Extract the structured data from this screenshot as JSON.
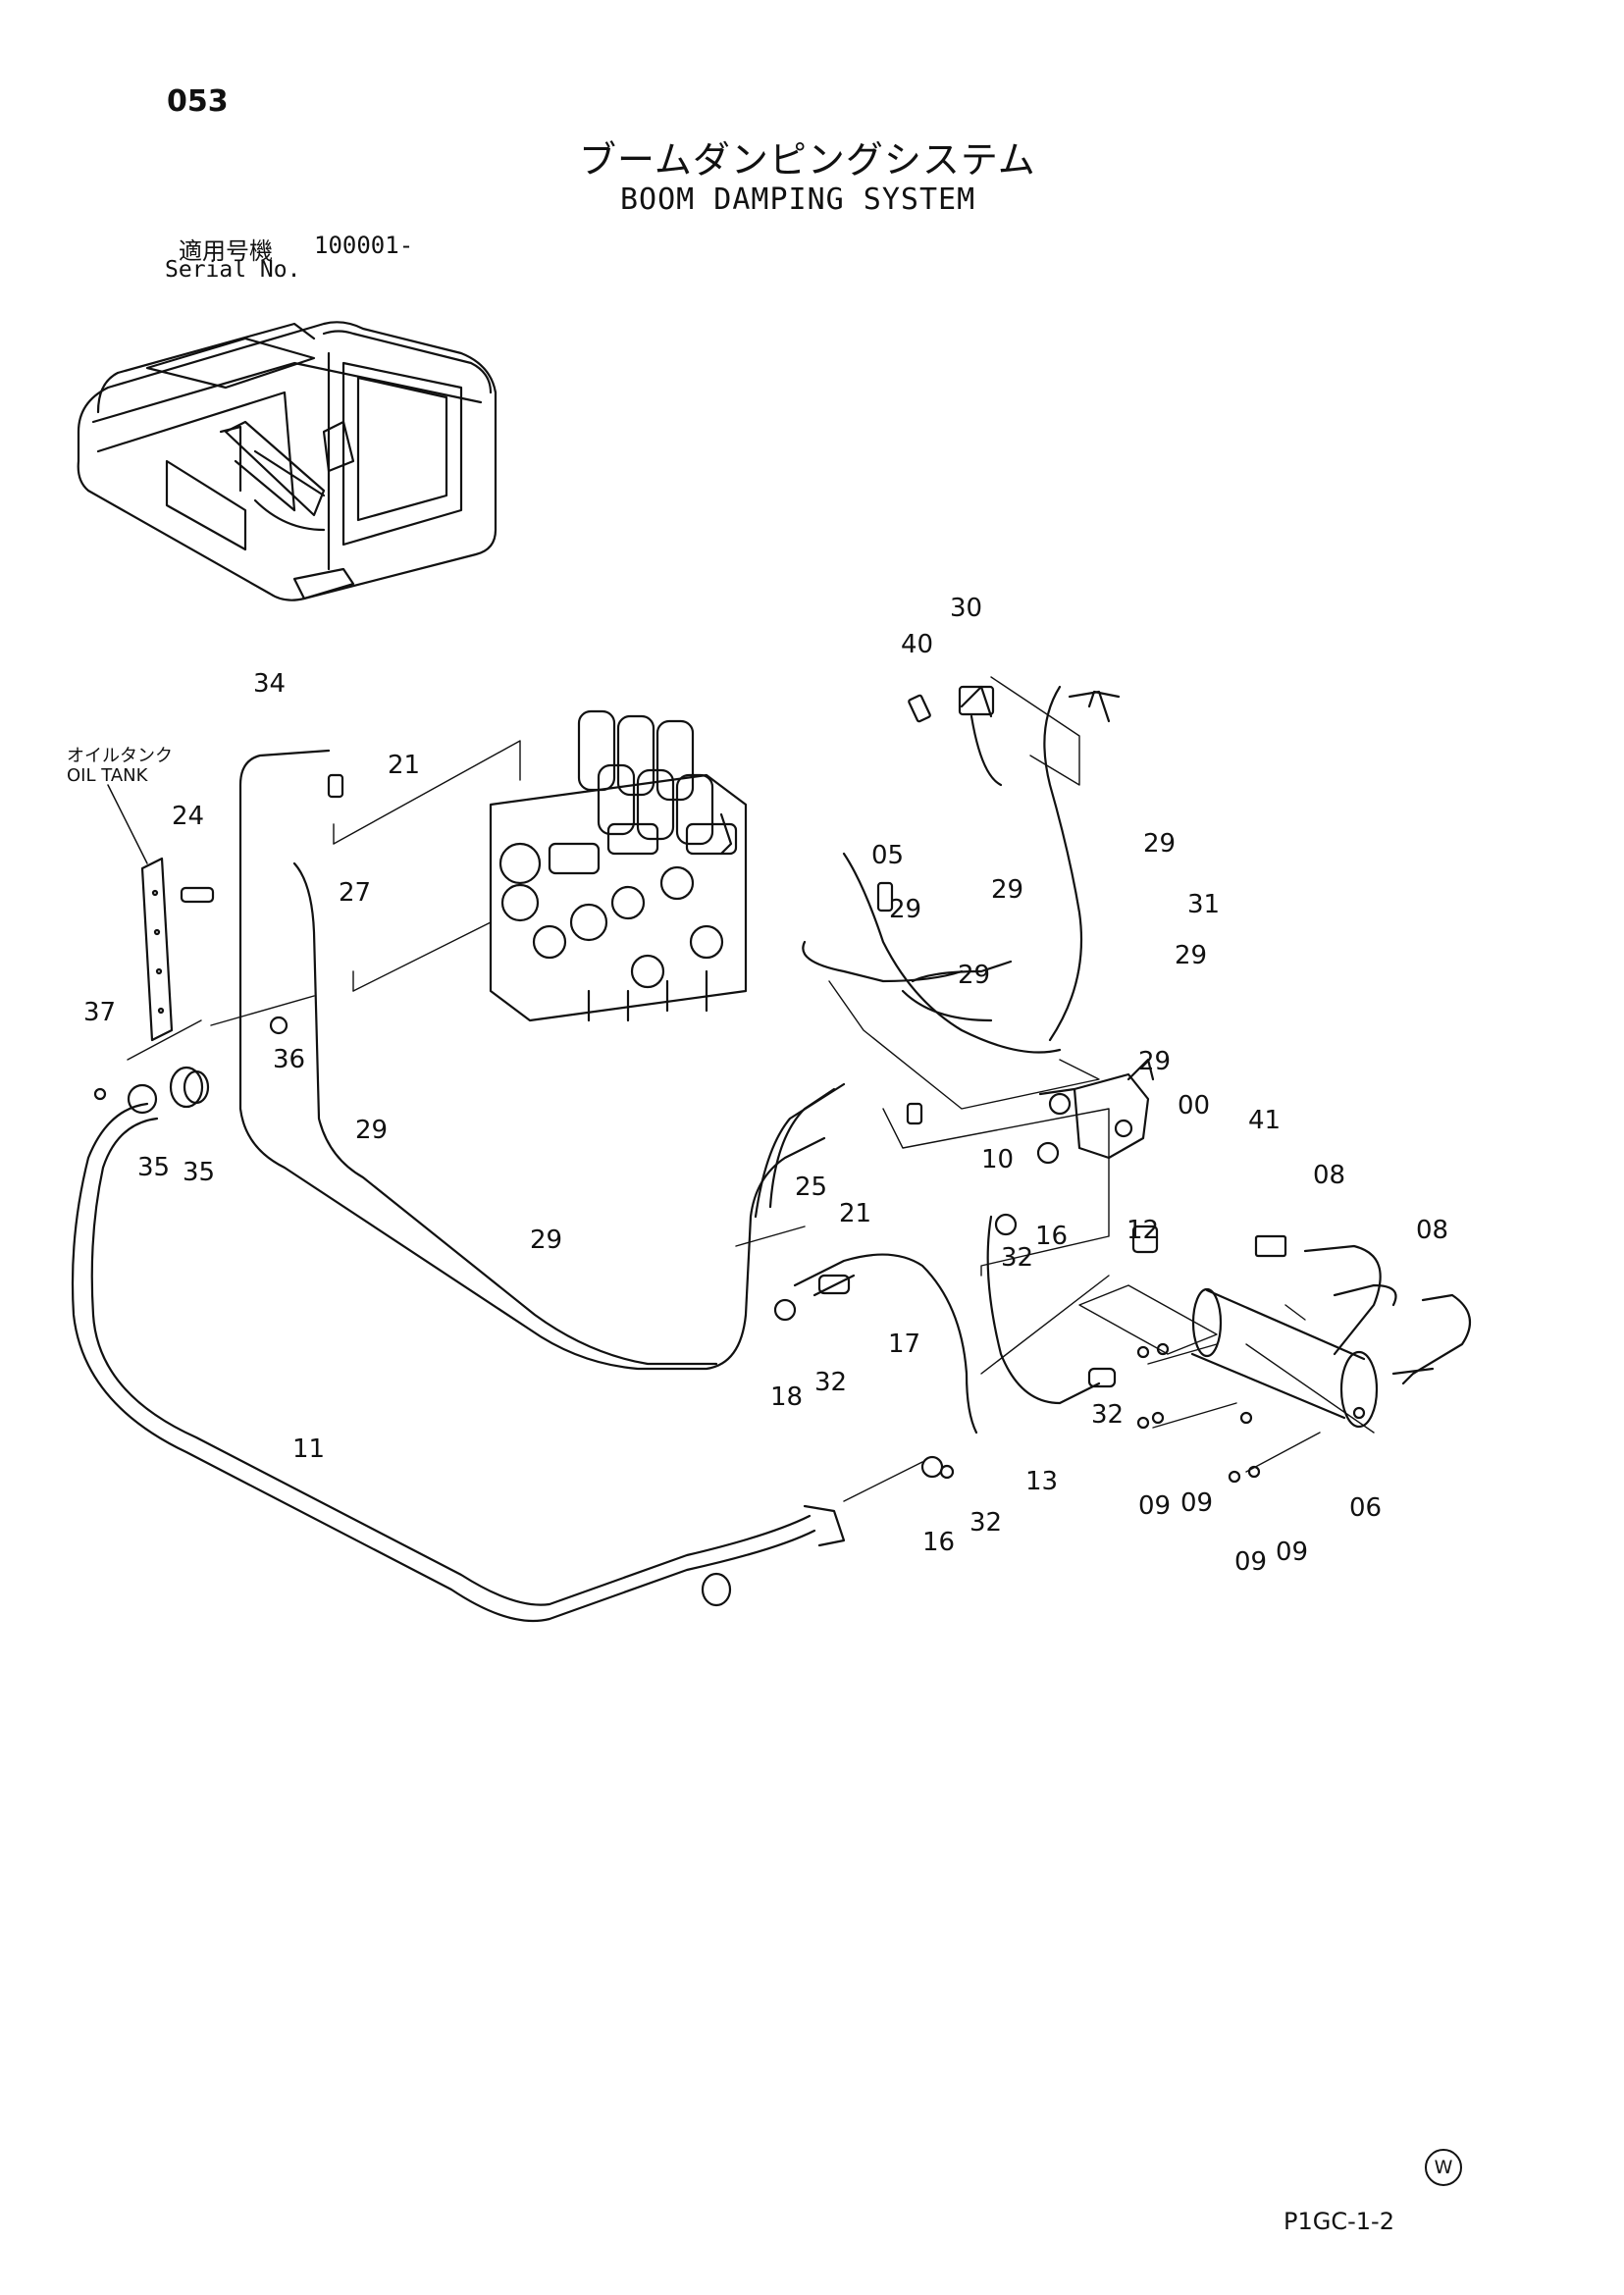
{
  "page": {
    "number": "053",
    "title_ja": "ブームダンピングシステム",
    "title_en": "BOOM DAMPING SYSTEM",
    "serial_label_ja": "適用号機",
    "serial_value": "100001-",
    "serial_label_en": "Serial No.",
    "oil_tank_ja": "オイルタンク",
    "oil_tank_en": "OIL TANK",
    "watermark": "W",
    "page_code": "P1GC-1-2"
  },
  "callouts": [
    {
      "id": "c30",
      "label": "30"
    },
    {
      "id": "c40",
      "label": "40"
    },
    {
      "id": "c34",
      "label": "34"
    },
    {
      "id": "c21a",
      "label": "21"
    },
    {
      "id": "c24",
      "label": "24"
    },
    {
      "id": "c27",
      "label": "27"
    },
    {
      "id": "c29a",
      "label": "29"
    },
    {
      "id": "c31",
      "label": "31"
    },
    {
      "id": "c05",
      "label": "05"
    },
    {
      "id": "c29b",
      "label": "29"
    },
    {
      "id": "c29c",
      "label": "29"
    },
    {
      "id": "c29d",
      "label": "29"
    },
    {
      "id": "c29e",
      "label": "29"
    },
    {
      "id": "c37",
      "label": "37"
    },
    {
      "id": "c36",
      "label": "36"
    },
    {
      "id": "c29f",
      "label": "29"
    },
    {
      "id": "c00",
      "label": "00"
    },
    {
      "id": "c35a",
      "label": "35"
    },
    {
      "id": "c35b",
      "label": "35"
    },
    {
      "id": "c25",
      "label": "25"
    },
    {
      "id": "c10",
      "label": "10"
    },
    {
      "id": "c21b",
      "label": "21"
    },
    {
      "id": "c41",
      "label": "41"
    },
    {
      "id": "c08a",
      "label": "08"
    },
    {
      "id": "c08b",
      "label": "08"
    },
    {
      "id": "c32a",
      "label": "32"
    },
    {
      "id": "c16a",
      "label": "16"
    },
    {
      "id": "c12",
      "label": "12"
    },
    {
      "id": "c29g",
      "label": "29"
    },
    {
      "id": "c29h",
      "label": "29"
    },
    {
      "id": "c17",
      "label": "17"
    },
    {
      "id": "c18",
      "label": "18"
    },
    {
      "id": "c32b",
      "label": "32"
    },
    {
      "id": "c32c",
      "label": "32"
    },
    {
      "id": "c11",
      "label": "11"
    },
    {
      "id": "c13",
      "label": "13"
    },
    {
      "id": "c09a",
      "label": "09"
    },
    {
      "id": "c09b",
      "label": "09"
    },
    {
      "id": "c06",
      "label": "06"
    },
    {
      "id": "c32d",
      "label": "32"
    },
    {
      "id": "c16b",
      "label": "16"
    },
    {
      "id": "c09c",
      "label": "09"
    },
    {
      "id": "c09d",
      "label": "09"
    }
  ]
}
